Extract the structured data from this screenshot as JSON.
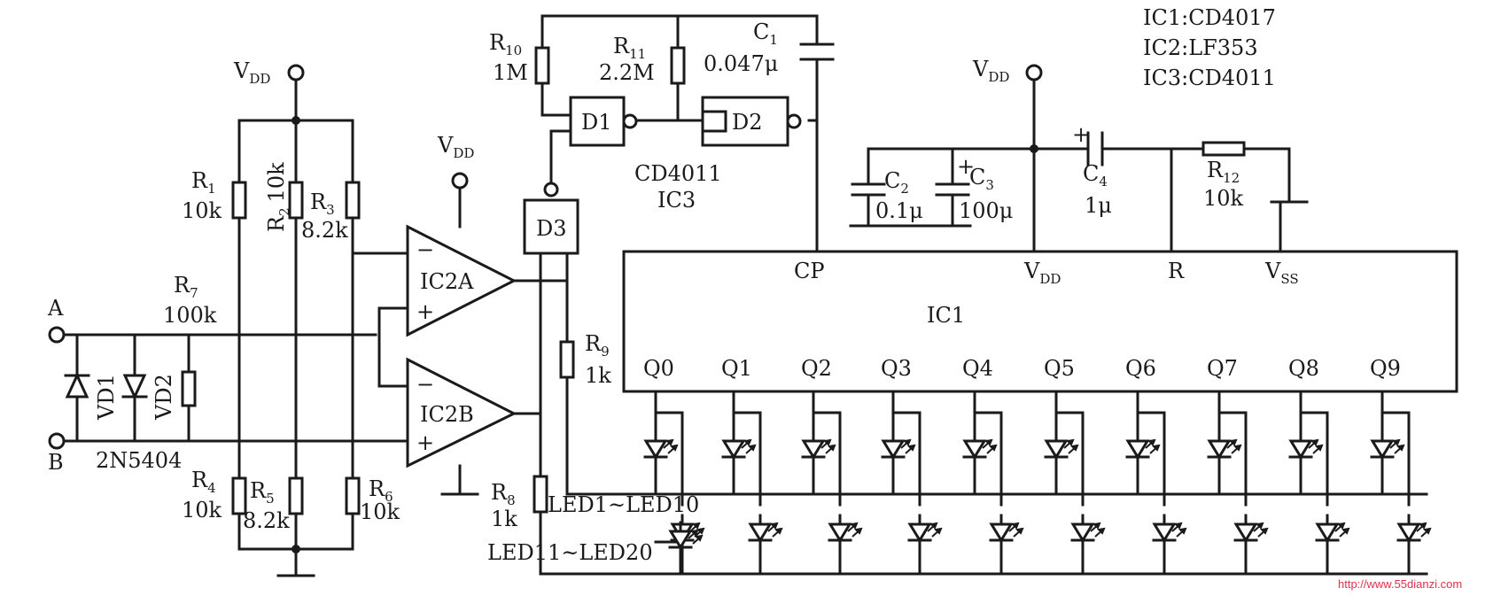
{
  "legend": [
    "IC1:CD4017",
    "IC2:LF353",
    "IC3:CD4011"
  ],
  "supply": {
    "vdd": "V",
    "vdd_sub": "DD",
    "vss": "V",
    "vss_sub": "SS"
  },
  "inputs": {
    "a": "A",
    "b": "B",
    "diode1": "VD1",
    "diode2": "VD2",
    "diode_part": "2N5404"
  },
  "resistors": {
    "r1": {
      "name": "R",
      "sub": "1",
      "value": "10k"
    },
    "r2": {
      "name": "R",
      "sub": "2",
      "value": "10k"
    },
    "r3": {
      "name": "R",
      "sub": "3",
      "value": "8.2k"
    },
    "r4": {
      "name": "R",
      "sub": "4",
      "value": "10k"
    },
    "r5": {
      "name": "R",
      "sub": "5",
      "value": "8.2k"
    },
    "r6": {
      "name": "R",
      "sub": "6",
      "value": "10k"
    },
    "r7": {
      "name": "R",
      "sub": "7",
      "value": "100k"
    },
    "r8": {
      "name": "R",
      "sub": "8",
      "value": "1k"
    },
    "r9": {
      "name": "R",
      "sub": "9",
      "value": "1k"
    },
    "r10": {
      "name": "R",
      "sub": "10",
      "value": "1M"
    },
    "r11": {
      "name": "R",
      "sub": "11",
      "value": "2.2M"
    },
    "r12": {
      "name": "R",
      "sub": "12",
      "value": "10k"
    }
  },
  "capacitors": {
    "c1": {
      "name": "C",
      "sub": "1",
      "value": "0.047μ"
    },
    "c2": {
      "name": "C",
      "sub": "2",
      "value": "0.1μ"
    },
    "c3": {
      "name": "C",
      "sub": "3",
      "value": "100μ"
    },
    "c4": {
      "name": "C",
      "sub": "4",
      "value": "1μ"
    }
  },
  "opamps": {
    "a": "IC2A",
    "b": "IC2B",
    "minus": "−",
    "plus": "+"
  },
  "gates": {
    "d1": "D1",
    "d2": "D2",
    "d3": "D3",
    "chip": "CD4011",
    "chip_ref": "IC3"
  },
  "counter": {
    "name": "IC1",
    "pins_top": [
      "CP",
      "V",
      "R",
      "V"
    ],
    "outputs": [
      "Q0",
      "Q1",
      "Q2",
      "Q3",
      "Q4",
      "Q5",
      "Q6",
      "Q7",
      "Q8",
      "Q9"
    ]
  },
  "leds": {
    "group1": "LED1~LED10",
    "group2": "LED11~LED20"
  },
  "watermark": "http://www.55dianzi.com"
}
